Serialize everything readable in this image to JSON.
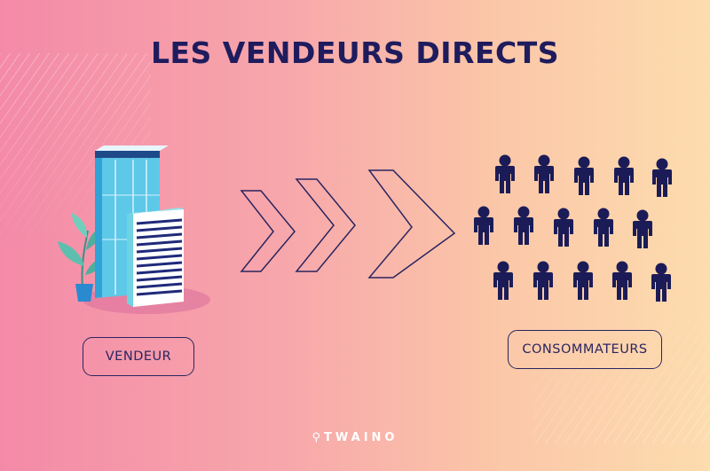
{
  "title": "LES VENDEURS DIRECTS",
  "seller": {
    "label": "VENDEUR",
    "icon": "office-building-icon"
  },
  "flow": {
    "icon": "chevron-arrow-icon",
    "count": 3
  },
  "consumers": {
    "label": "CONSOMMATEURS",
    "icon": "person-icon",
    "rows": [
      5,
      5,
      5
    ]
  },
  "brand": {
    "icon": "twaino-logo-icon",
    "text": "TWAINO"
  },
  "colors": {
    "text_dark": "#1f1c5e",
    "gradient_left": "#f48aa8",
    "gradient_right": "#fddcae",
    "building_glass": "#5ec8e8",
    "plant": "#5fbfae"
  }
}
